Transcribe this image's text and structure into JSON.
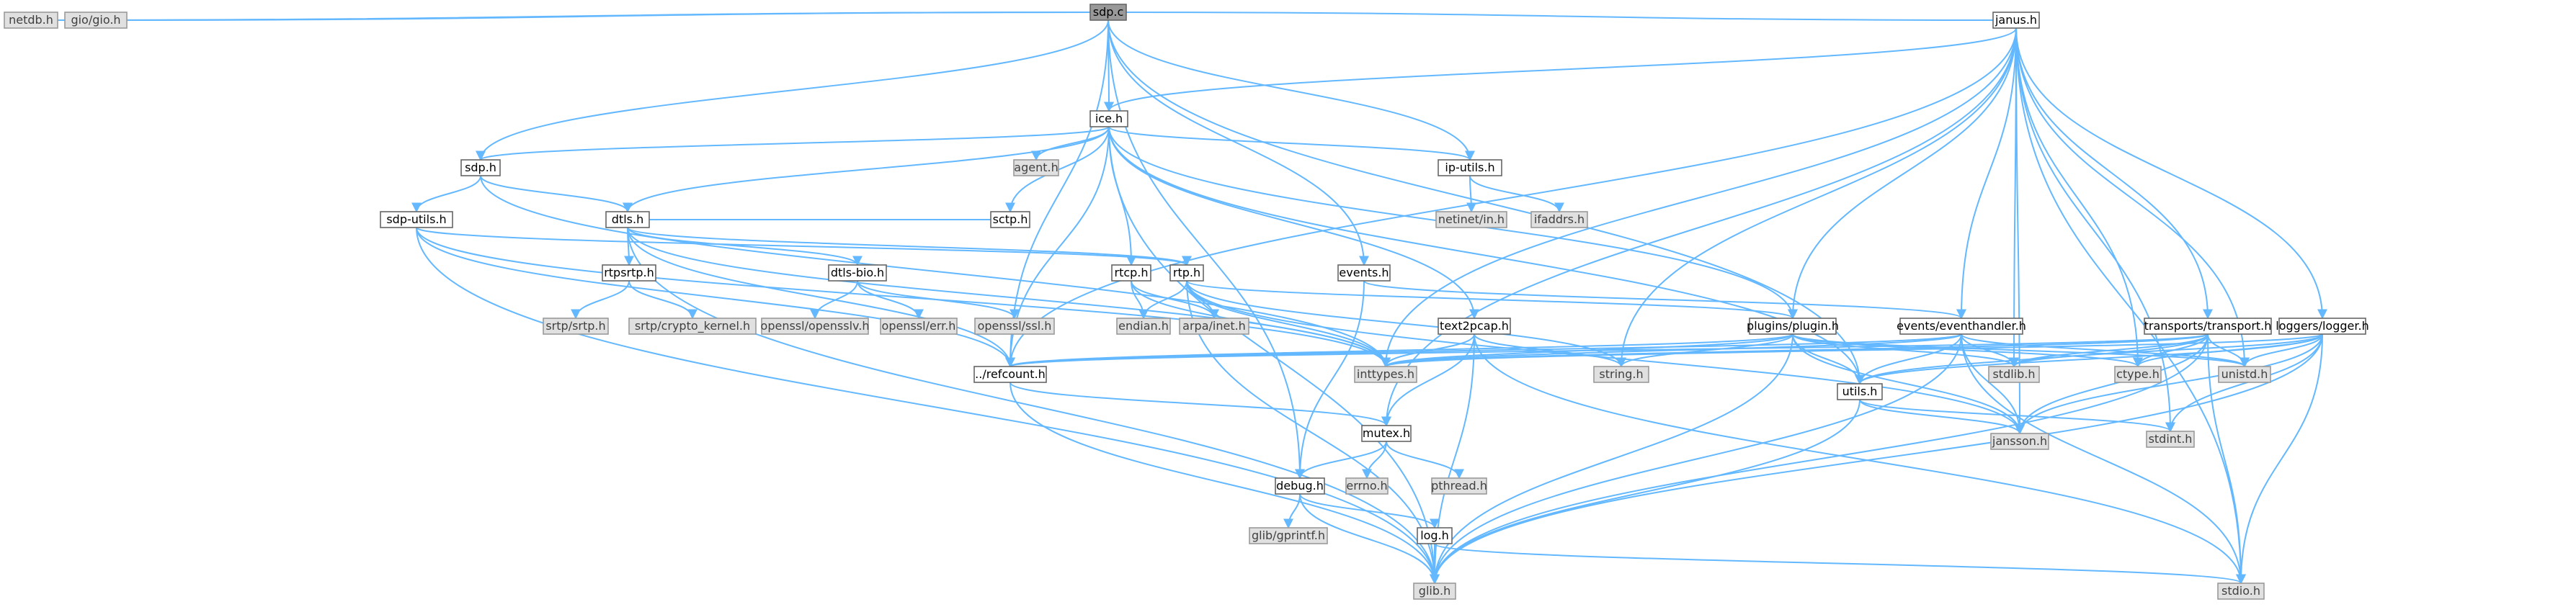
{
  "diagram": {
    "title": "sdp.c",
    "edge_color": "#63b8ff",
    "node_colors": {
      "root": "#999999",
      "local": "#ffffff",
      "system": "#e0e0e0"
    },
    "nodes": {
      "sdp_c": "sdp.c",
      "netdb": "netdb.h",
      "giogio": "gio/gio.h",
      "janus": "janus.h",
      "ice": "ice.h",
      "iputils": "ip-utils.h",
      "agent": "agent.h",
      "netinetin": "netinet/in.h",
      "ifaddrs": "ifaddrs.h",
      "sdp": "sdp.h",
      "sdputils": "sdp-utils.h",
      "dtls": "dtls.h",
      "rtpsrtp": "rtpsrtp.h",
      "srtpsrtp": "srtp/srtp.h",
      "srtpcryptokernel": "srtp/crypto_kernel.h",
      "dtlsbio": "dtls-bio.h",
      "opensslopensslv": "openssl/opensslv.h",
      "opensslerr": "openssl/err.h",
      "opensslssl": "openssl/ssl.h",
      "sctp": "sctp.h",
      "rtcp": "rtcp.h",
      "rtp": "rtp.h",
      "events": "events.h",
      "endian": "endian.h",
      "arpainet": "arpa/inet.h",
      "text2pcap": "text2pcap.h",
      "pluginsplugin": "plugins/plugin.h",
      "eventhandler": "events/eventhandler.h",
      "transport": "transports/transport.h",
      "logger": "loggers/logger.h",
      "refcount": "../refcount.h",
      "inttypes": "inttypes.h",
      "string": "string.h",
      "stdlib": "stdlib.h",
      "ctype": "ctype.h",
      "unistd": "unistd.h",
      "utils": "utils.h",
      "mutex": "mutex.h",
      "jansson": "jansson.h",
      "stdint": "stdint.h",
      "errno": "errno.h",
      "pthread": "pthread.h",
      "debug": "debug.h",
      "gprintf": "glib/gprintf.h",
      "log": "log.h",
      "glib": "glib.h",
      "stdio": "stdio.h"
    }
  }
}
